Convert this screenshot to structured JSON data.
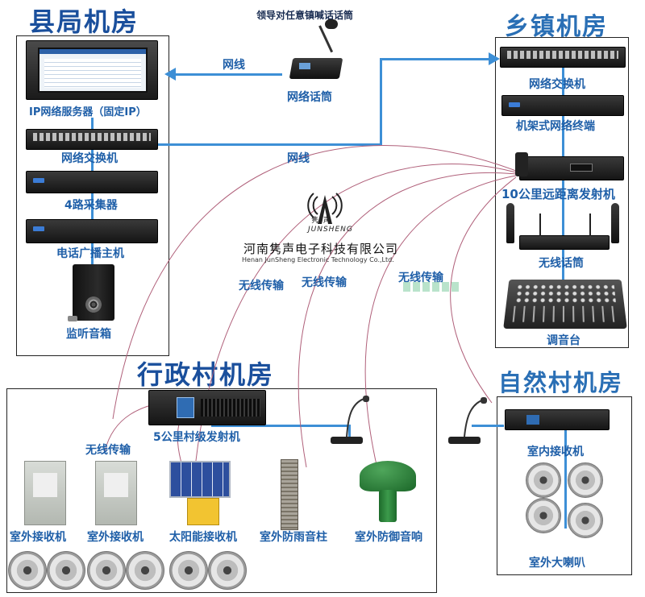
{
  "rooms": {
    "county": "县局机房",
    "township": "乡镇机房",
    "admin_village": "行政村机房",
    "natural_village": "自然村机房"
  },
  "leader_caption": "领导对任意镇喊话话筒",
  "labels": {
    "network_mic": "网络话筒",
    "cable_top": "网线",
    "cable_mid": "网线",
    "ip_server": "IP网络服务器（固定IP）",
    "county_switch": "网络交换机",
    "collector": "4路采集器",
    "phone_host": "电话广播主机",
    "monitor_speaker": "监听音箱",
    "town_switch": "网络交换机",
    "rack_terminal": "机架式网络终端",
    "transmitter_10km": "10公里远距离发射机",
    "wireless_mic": "无线话筒",
    "mixer": "调音台",
    "wireless_1": "无线传输",
    "wireless_2": "无线传输",
    "wireless_3": "无线传输",
    "wireless_village": "无线传输",
    "village_transmitter": "5公里村级发射机",
    "outdoor_receiver_1": "室外接收机",
    "outdoor_receiver_2": "室外接收机",
    "solar_receiver": "太阳能接收机",
    "rain_column": "室外防雨音柱",
    "outdoor_defense": "室外防御音响",
    "indoor_receiver": "室内接收机",
    "outdoor_horn": "室外大喇叭"
  },
  "logo": {
    "brand_cn": "隽声",
    "brand_en": "JUNSHENG",
    "company_cn": "河南隽声电子科技有限公司",
    "company_en": "Henan JunSheng Electronic Technology Co.,Ltd."
  },
  "colors": {
    "title": "#1a4f9c",
    "label": "#1f5fa8",
    "cable": "#3d8fd6",
    "wave": "#b0607a"
  }
}
